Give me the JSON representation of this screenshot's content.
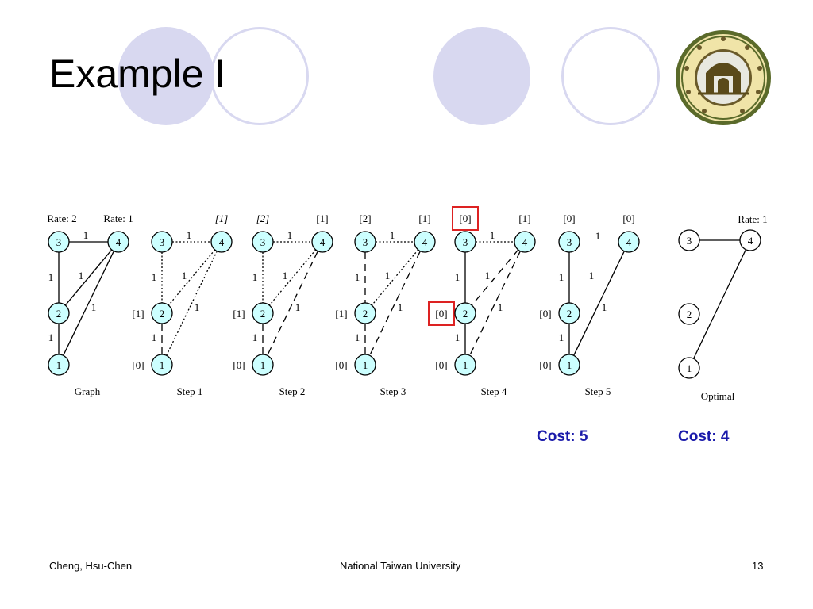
{
  "slide": {
    "title": "Example I",
    "accent_fill": "#d8d8f0",
    "highlight_color": "#dd2222",
    "cost_color": "#1a1aaa",
    "node_fill": "#ccffff"
  },
  "footer": {
    "author": "Cheng, Hsu-Chen",
    "institution": "National Taiwan University",
    "page_number": "13"
  },
  "logo": {
    "icon": "university-seal-icon"
  },
  "panels": [
    {
      "caption": "Graph",
      "edges": [
        {
          "a": "3",
          "b": "4",
          "style": "solid"
        },
        {
          "a": "3",
          "b": "2",
          "style": "solid"
        },
        {
          "a": "2",
          "b": "1",
          "style": "solid"
        },
        {
          "a": "4",
          "b": "2",
          "style": "solid"
        },
        {
          "a": "4",
          "b": "1",
          "style": "solid"
        }
      ],
      "edge_labels": [
        {
          "pos": "top",
          "text": "1"
        },
        {
          "pos": "left-upper",
          "text": "1"
        },
        {
          "pos": "diag-upper",
          "text": "1"
        },
        {
          "pos": "diag-lower",
          "text": "1"
        },
        {
          "pos": "left-lower",
          "text": "1"
        }
      ],
      "tags": [
        {
          "pos": "over-3",
          "text": "Rate: 2",
          "italic": false
        },
        {
          "pos": "over-4",
          "text": "Rate: 1",
          "italic": false
        }
      ]
    },
    {
      "caption": "Step 1",
      "edges": [
        {
          "a": "3",
          "b": "4",
          "style": "dotted"
        },
        {
          "a": "3",
          "b": "2",
          "style": "dotted"
        },
        {
          "a": "4",
          "b": "2",
          "style": "dotted"
        },
        {
          "a": "4",
          "b": "1",
          "style": "dotted"
        },
        {
          "a": "2",
          "b": "1",
          "style": "dashed"
        }
      ],
      "edge_labels": [
        {
          "pos": "top",
          "text": "1"
        },
        {
          "pos": "left-upper",
          "text": "1"
        },
        {
          "pos": "diag-upper",
          "text": "1"
        },
        {
          "pos": "diag-lower",
          "text": "1"
        },
        {
          "pos": "left-lower",
          "text": "1"
        }
      ],
      "tags": [
        {
          "pos": "over-4",
          "text": "[1]",
          "italic": true
        },
        {
          "pos": "side-2",
          "text": "[1]",
          "italic": false
        },
        {
          "pos": "side-1",
          "text": "[0]",
          "italic": false
        }
      ]
    },
    {
      "caption": "Step 2",
      "edges": [
        {
          "a": "3",
          "b": "4",
          "style": "dotted"
        },
        {
          "a": "3",
          "b": "2",
          "style": "dotted"
        },
        {
          "a": "4",
          "b": "2",
          "style": "dotted"
        },
        {
          "a": "4",
          "b": "1",
          "style": "dashed"
        },
        {
          "a": "2",
          "b": "1",
          "style": "dashed"
        }
      ],
      "edge_labels": [
        {
          "pos": "top",
          "text": "1"
        },
        {
          "pos": "left-upper",
          "text": "1"
        },
        {
          "pos": "diag-upper",
          "text": "1"
        },
        {
          "pos": "diag-lower",
          "text": "1"
        },
        {
          "pos": "left-lower",
          "text": "1"
        }
      ],
      "tags": [
        {
          "pos": "over-3",
          "text": "[2]",
          "italic": true
        },
        {
          "pos": "over-4",
          "text": "[1]",
          "italic": false
        },
        {
          "pos": "side-2",
          "text": "[1]",
          "italic": false
        },
        {
          "pos": "side-1",
          "text": "[0]",
          "italic": false
        }
      ]
    },
    {
      "caption": "Step 3",
      "edges": [
        {
          "a": "3",
          "b": "4",
          "style": "dotted"
        },
        {
          "a": "3",
          "b": "2",
          "style": "dashed"
        },
        {
          "a": "4",
          "b": "2",
          "style": "dotted"
        },
        {
          "a": "4",
          "b": "1",
          "style": "dashed"
        },
        {
          "a": "2",
          "b": "1",
          "style": "dashed"
        }
      ],
      "edge_labels": [
        {
          "pos": "top",
          "text": "1"
        },
        {
          "pos": "left-upper",
          "text": "1"
        },
        {
          "pos": "diag-upper",
          "text": "1"
        },
        {
          "pos": "diag-lower",
          "text": "1"
        },
        {
          "pos": "left-lower",
          "text": "1"
        }
      ],
      "tags": [
        {
          "pos": "over-3",
          "text": "[2]",
          "italic": false
        },
        {
          "pos": "over-4",
          "text": "[1]",
          "italic": false
        },
        {
          "pos": "side-2",
          "text": "[1]",
          "italic": false
        },
        {
          "pos": "side-1",
          "text": "[0]",
          "italic": false
        }
      ]
    },
    {
      "caption": "Step 4",
      "edges": [
        {
          "a": "3",
          "b": "4",
          "style": "dotted"
        },
        {
          "a": "3",
          "b": "2",
          "style": "solid"
        },
        {
          "a": "4",
          "b": "2",
          "style": "dashed"
        },
        {
          "a": "4",
          "b": "1",
          "style": "dashed"
        },
        {
          "a": "2",
          "b": "1",
          "style": "solid"
        }
      ],
      "edge_labels": [
        {
          "pos": "top",
          "text": "1"
        },
        {
          "pos": "left-upper",
          "text": "1"
        },
        {
          "pos": "diag-upper",
          "text": "1"
        },
        {
          "pos": "diag-lower",
          "text": "1"
        },
        {
          "pos": "left-lower",
          "text": "1"
        }
      ],
      "tags": [
        {
          "pos": "over-3",
          "text": "[0]",
          "italic": false,
          "highlight": true
        },
        {
          "pos": "over-4",
          "text": "[1]",
          "italic": false
        },
        {
          "pos": "side-2",
          "text": "[0]",
          "italic": false,
          "highlight": true
        },
        {
          "pos": "side-1",
          "text": "[0]",
          "italic": false
        }
      ]
    },
    {
      "caption": "Step 5",
      "edges": [
        {
          "a": "3",
          "b": "2",
          "style": "solid"
        },
        {
          "a": "2",
          "b": "1",
          "style": "solid"
        },
        {
          "a": "4",
          "b": "1",
          "style": "solid"
        }
      ],
      "edge_labels": [
        {
          "pos": "top-float",
          "text": "1"
        },
        {
          "pos": "left-upper",
          "text": "1"
        },
        {
          "pos": "diag-upper",
          "text": "1"
        },
        {
          "pos": "diag-lower",
          "text": "1"
        },
        {
          "pos": "left-lower",
          "text": "1"
        }
      ],
      "tags": [
        {
          "pos": "over-3",
          "text": "[0]",
          "italic": false
        },
        {
          "pos": "over-4",
          "text": "[0]",
          "italic": false
        },
        {
          "pos": "side-2",
          "text": "[0]",
          "italic": false
        },
        {
          "pos": "side-1",
          "text": "[0]",
          "italic": false
        }
      ],
      "cost": "Cost: 5"
    },
    {
      "caption": "Optimal",
      "edges": [
        {
          "a": "3",
          "b": "4",
          "style": "solid"
        },
        {
          "a": "4",
          "b": "1",
          "style": "solid"
        }
      ],
      "edge_labels": [],
      "tags": [
        {
          "pos": "over-4",
          "text": "Rate: 1",
          "italic": false
        }
      ],
      "cost": "Cost: 4"
    }
  ]
}
